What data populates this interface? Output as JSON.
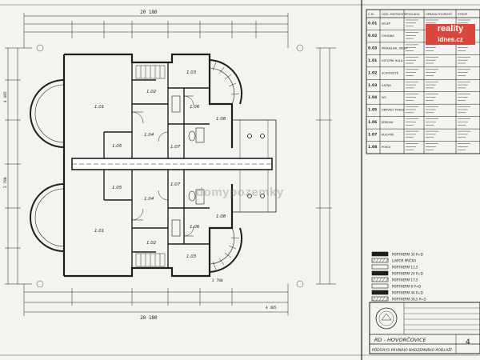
{
  "drawing": {
    "project_title": "RD - HOVORČOVICE",
    "sheet_title": "PŮDORYS PRVNÍHO NADZEMNÍHO PODLAŽÍ",
    "sheet_number": "4",
    "top_dimension": "20 180",
    "bottom_dimension": "20 180",
    "left_dims": [
      "4 485",
      "2 780"
    ],
    "bottom_dims": [
      "2 780",
      "4 485"
    ],
    "rooms_upper": [
      "1.01",
      "1.02",
      "1.03",
      "1.04",
      "1.05",
      "1.06",
      "1.07",
      "1.08"
    ],
    "rooms_lower": [
      "1.01",
      "1.02",
      "1.03",
      "1.04",
      "1.05",
      "1.06",
      "1.07",
      "1.08"
    ]
  },
  "room_table": {
    "headers": [
      "Č.M.",
      "ÚČEL MÍSTNOSTI",
      "PODLAHA",
      "ÚPRAVA POVRCHŮ",
      "STROP"
    ],
    "rows": [
      {
        "no": "0.01",
        "name": "SKLEP"
      },
      {
        "no": "0.02",
        "name": "CHODBA"
      },
      {
        "no": "0.03",
        "name": "PRÁDELNA, SKLEP"
      },
      {
        "no": "1.01",
        "name": "VSTUPNÍ HALA"
      },
      {
        "no": "1.02",
        "name": "SCHODIŠTĚ"
      },
      {
        "no": "1.03",
        "name": "ŠATNA"
      },
      {
        "no": "1.04",
        "name": "WC"
      },
      {
        "no": "1.05",
        "name": "OBÝVACÍ POKOJ"
      },
      {
        "no": "1.06",
        "name": "JÍDELNA"
      },
      {
        "no": "1.07",
        "name": "KUCHYŇ"
      },
      {
        "no": "1.08",
        "name": "POKOJ"
      }
    ]
  },
  "legend": [
    "PORTHERM 30 P+D",
    "LIAPOR PŘÍČKA",
    "PORTHERM 11,5",
    "PORTHERM 24 P+D",
    "PORTHERM 17,5",
    "PORTHERM 8 P+D",
    "PORTHERM 44 P+D",
    "PORTHERM 36,5 P+D"
  ],
  "watermark": {
    "brand": "reality",
    "site": "idnes.cz",
    "center": "domypozemky"
  }
}
